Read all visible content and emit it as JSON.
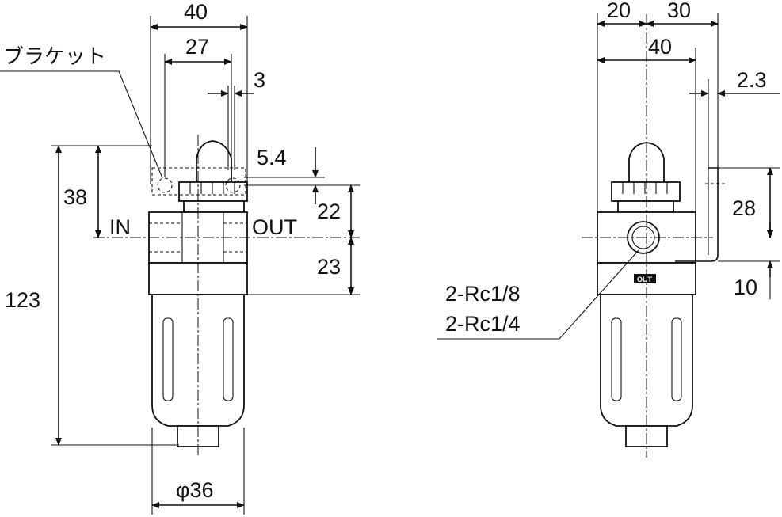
{
  "front_view": {
    "bracket_label": "ブラケット",
    "dim_width": "40",
    "dim_bracket_span": "27",
    "dim_bracket_thickness": "3",
    "dim_bracket_offset": "5.4",
    "dim_height_bracket": "38",
    "dim_total_height": "123",
    "dim_upper": "22",
    "dim_lower": "23",
    "dim_diameter": "φ36",
    "in_label": "IN",
    "out_label": "OUT"
  },
  "side_view": {
    "dim_left": "20",
    "dim_right": "30",
    "dim_body": "40",
    "dim_bracket_gap": "2.3",
    "dim_bracket_height": "28",
    "dim_bracket_bottom": "10",
    "port_label_1": "2-Rc1/8",
    "port_label_2": "2-Rc1/4",
    "out_tag": "OUT"
  }
}
